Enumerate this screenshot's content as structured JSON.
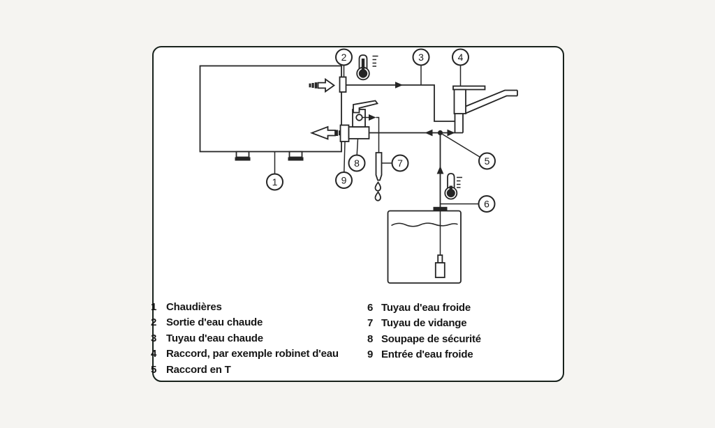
{
  "colors": {
    "background": "#f5f4f1",
    "panel_fill": "#ffffff",
    "panel_border": "#18221c",
    "line": "#252525",
    "text": "#161616"
  },
  "diagram": {
    "callouts": [
      {
        "number": "1"
      },
      {
        "number": "2"
      },
      {
        "number": "3"
      },
      {
        "number": "4"
      },
      {
        "number": "5"
      },
      {
        "number": "6"
      },
      {
        "number": "7"
      },
      {
        "number": "8"
      },
      {
        "number": "9"
      }
    ],
    "icons": {
      "thermometer_hot": "thermometer-hot-icon",
      "thermometer_cold": "thermometer-cold-icon",
      "hot_water_out_arrow": "hot-water-out-arrow-icon",
      "cold_water_in_arrow": "cold-water-in-arrow-icon",
      "flow_arrow_right": "flow-arrow-right-icon",
      "flow_arrow_up": "flow-arrow-up-icon",
      "tee_arrows": "tee-flow-arrows-icon",
      "water_drops": "water-drop-icon"
    }
  },
  "legend": {
    "items": [
      {
        "number": "1",
        "label": "Chaudières"
      },
      {
        "number": "2",
        "label": "Sortie d'eau chaude"
      },
      {
        "number": "3",
        "label": "Tuyau d'eau chaude"
      },
      {
        "number": "4",
        "label": "Raccord, par exemple robinet d'eau"
      },
      {
        "number": "5",
        "label": "Raccord en T"
      },
      {
        "number": "6",
        "label": "Tuyau d'eau froide"
      },
      {
        "number": "7",
        "label": "Tuyau de vidange"
      },
      {
        "number": "8",
        "label": "Soupape de sécurité"
      },
      {
        "number": "9",
        "label": "Entrée d'eau froide"
      }
    ]
  }
}
